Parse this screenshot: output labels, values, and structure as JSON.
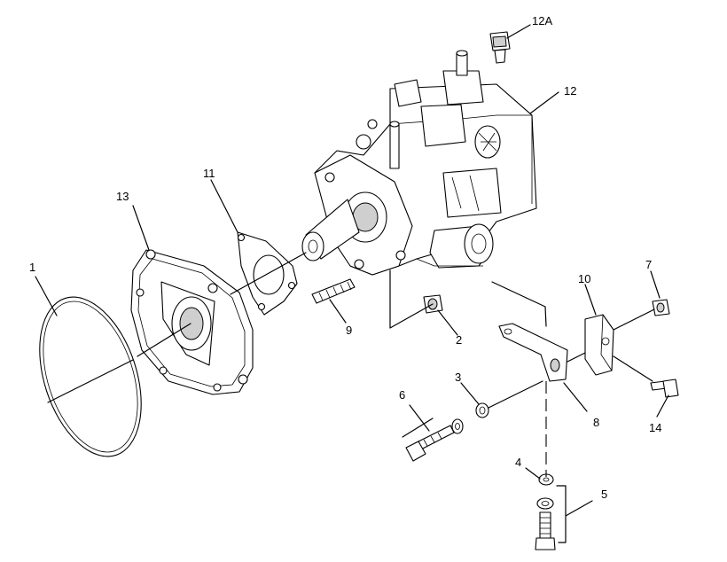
{
  "callouts": [
    {
      "id": "1",
      "text": "1"
    },
    {
      "id": "2",
      "text": "2"
    },
    {
      "id": "3",
      "text": "3"
    },
    {
      "id": "4",
      "text": "4"
    },
    {
      "id": "5",
      "text": "5"
    },
    {
      "id": "6",
      "text": "6"
    },
    {
      "id": "7",
      "text": "7"
    },
    {
      "id": "8",
      "text": "8"
    },
    {
      "id": "9",
      "text": "9"
    },
    {
      "id": "10",
      "text": "10"
    },
    {
      "id": "11",
      "text": "11"
    },
    {
      "id": "12",
      "text": "12"
    },
    {
      "id": "12A",
      "text": "12A"
    },
    {
      "id": "13",
      "text": "13"
    },
    {
      "id": "14",
      "text": "14"
    }
  ],
  "colors": {
    "line": "#000000",
    "background": "#ffffff",
    "shade": "#cfcfcf"
  }
}
